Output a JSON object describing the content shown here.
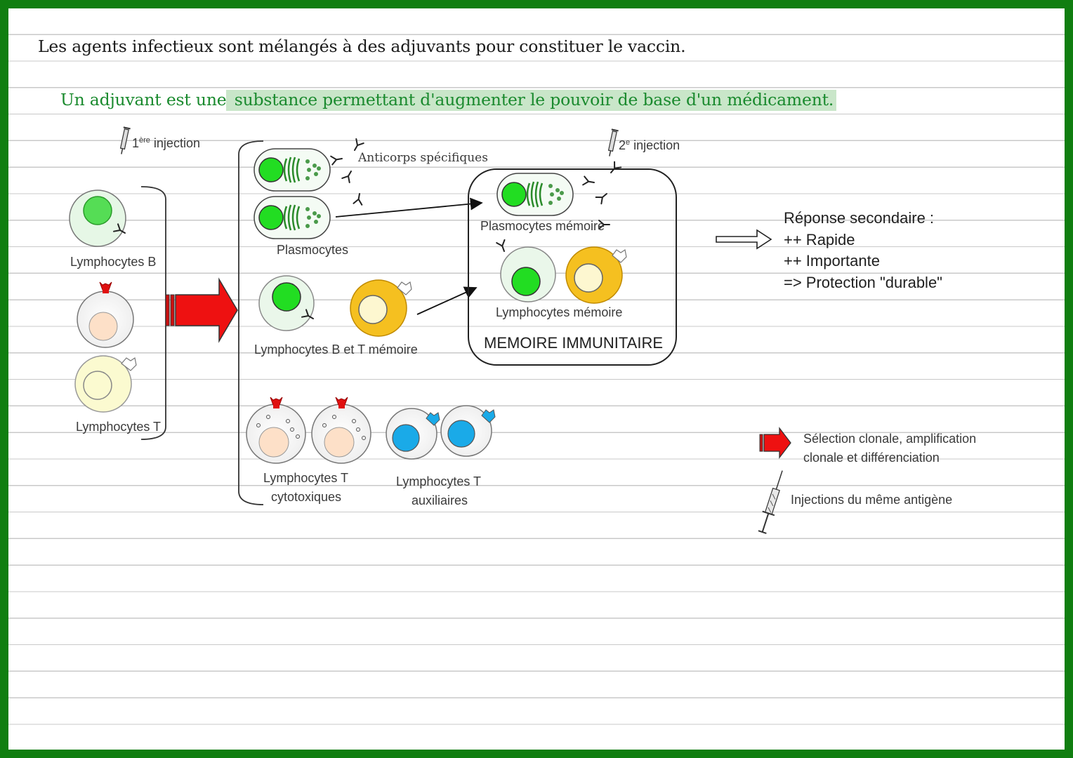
{
  "text": {
    "line1": "Les agents infectieux sont mélangés à des adjuvants pour constituer le vaccin.",
    "line2_plain": "Un adjuvant est une",
    "line2_highlight": " substance permettant d'augmenter le pouvoir de base d'un médicament."
  },
  "labels": {
    "injection1_sup": "ère",
    "injection1_rest": " injection",
    "injection1_num": "1",
    "injection2_num": "2",
    "injection2_sup": "e",
    "injection2_rest": " injection",
    "lymphocytes_b": "Lymphocytes B",
    "lymphocytes_t": "Lymphocytes T",
    "anticorps": "Anticorps spécifiques",
    "plasmocytes": "Plasmocytes",
    "lymph_bt_memoire": "Lymphocytes B et T mémoire",
    "lt_cyto_1": "Lymphocytes T",
    "lt_cyto_2": "cytotoxiques",
    "lt_aux_1": "Lymphocytes T",
    "lt_aux_2": "auxiliaires",
    "plasmocytes_memoire": "Plasmocytes mémoire",
    "lymphocytes_memoire": "Lymphocytes mémoire",
    "memoire_immunitaire": "MEMOIRE  IMMUNITAIRE",
    "reponse_title": "Réponse secondaire :",
    "reponse_1": "++ Rapide",
    "reponse_2": "++ Importante",
    "reponse_3": "=> Protection \"durable\"",
    "legend_selection_1": "Sélection clonale, amplification",
    "legend_selection_2": "clonale et différenciation",
    "legend_injection": "Injections du même antigène"
  },
  "colors": {
    "border": "#107e10",
    "highlight_text": "#1a8a2e",
    "cell_green": "#22dd22",
    "cell_orange": "#f5c020",
    "cell_blue": "#1aaae8",
    "receptor_red": "#e01010",
    "arrow_red": "#ee1111"
  }
}
